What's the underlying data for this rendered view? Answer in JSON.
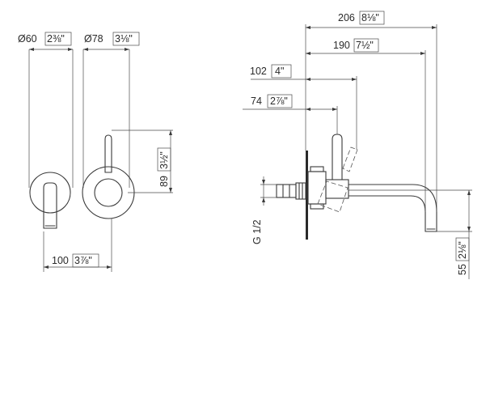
{
  "labels": {
    "dia60": "Ø60",
    "dia60_in": "2⅜\"",
    "dia78": "Ø78",
    "dia78_in": "3⅛\"",
    "h89": "89",
    "h89_in": "3½\"",
    "w100": "100",
    "w100_in": "3⅞\"",
    "w206": "206",
    "w206_in": "8⅛\"",
    "w190": "190",
    "w190_in": "7½\"",
    "w102": "102",
    "w102_in": "4\"",
    "w74": "74",
    "w74_in": "2⅞\"",
    "thread": "G 1/2",
    "h55": "55",
    "h55_in": "2⅛\""
  }
}
